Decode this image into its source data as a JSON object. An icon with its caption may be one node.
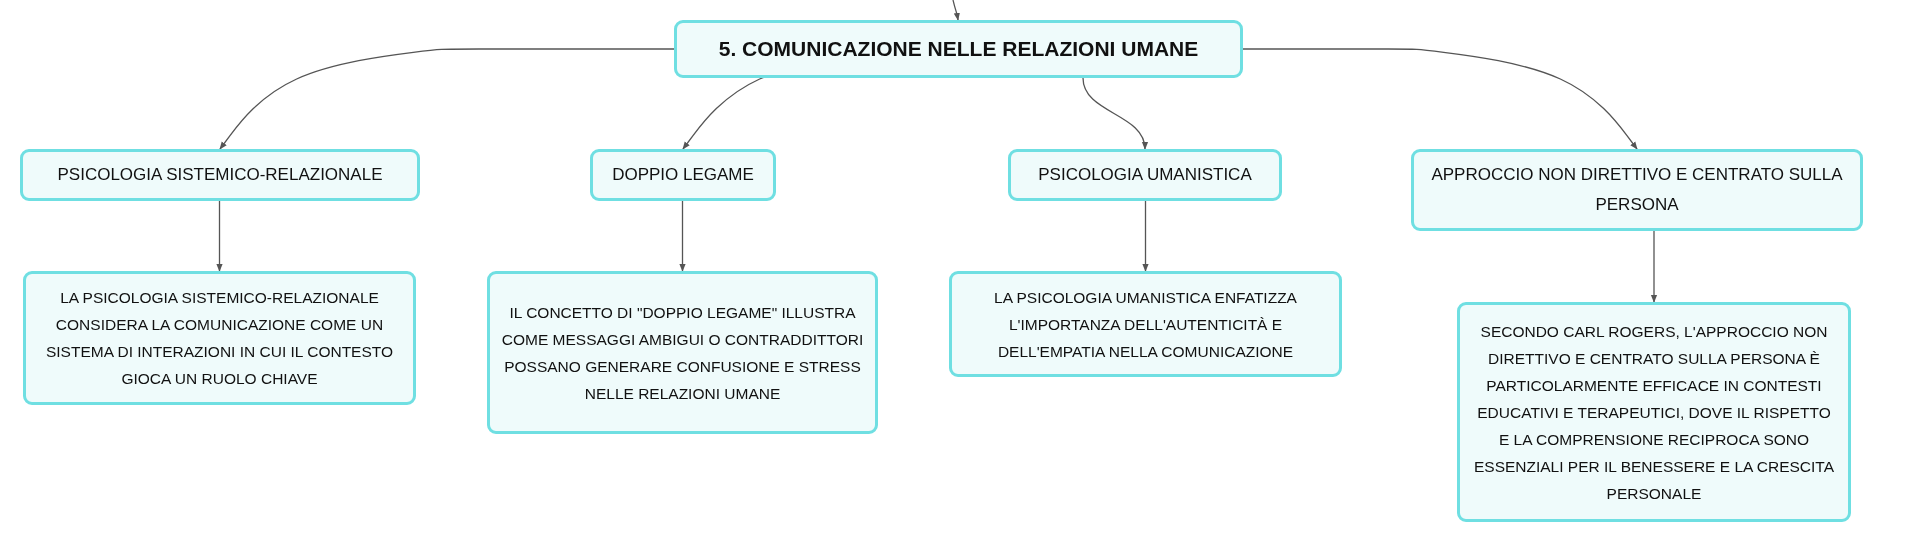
{
  "diagram": {
    "nodes": [
      {
        "text": [
          "5. COMUNICAZIONE NELLE RELAZIONI UMANE"
        ]
      },
      {
        "text": [
          "PSICOLOGIA SISTEMICO-RELAZIONALE"
        ]
      },
      {
        "text": [
          "DOPPIO LEGAME"
        ]
      },
      {
        "text": [
          "PSICOLOGIA UMANISTICA"
        ]
      },
      {
        "text": [
          "APPROCCIO NON DIRETTIVO E CENTRATO SULLA PERSONA"
        ]
      },
      {
        "text": [
          "LA PSICOLOGIA SISTEMICO-RELAZIONALE CONSIDERA LA COMUNICAZIONE COME UN SISTEMA DI INTERAZIONI IN CUI IL CONTESTO GIOCA UN RUOLO CHIAVE"
        ]
      },
      {
        "text": [
          "IL CONCETTO DI \"DOPPIO LEGAME\" ILLUSTRA COME MESSAGGI AMBIGUI O CONTRADDITTORI POSSANO GENERARE CONFUSIONE E STRESS NELLE RELAZIONI UMANE"
        ]
      },
      {
        "text": [
          "LA PSICOLOGIA UMANISTICA ENFATIZZA L'IMPORTANZA DELL'AUTENTICITÀ E DELL'EMPATIA NELLA COMUNICAZIONE"
        ]
      },
      {
        "text": [
          "SECONDO CARL ROGERS, L'APPROCCIO NON DIRETTIVO E CENTRATO SULLA PERSONA È PARTICOLARMENTE EFFICACE IN CONTESTI EDUCATIVI E TERAPEUTICI, DOVE IL RISPETTO E LA COMPRENSIONE RECIPROCA SONO ESSENZIALI PER IL BENESSERE E LA CRESCITA PERSONALE"
        ]
      }
    ],
    "edges": [
      {
        "from": null,
        "to": 0,
        "arrow": "to"
      },
      {
        "from": 0,
        "to": 1,
        "arrow": "to"
      },
      {
        "from": 0,
        "to": 2,
        "arrow": "to"
      },
      {
        "from": 0,
        "to": 3,
        "arrow": "to"
      },
      {
        "from": 0,
        "to": 4,
        "arrow": "to"
      },
      {
        "from": 1,
        "to": 5,
        "arrow": "to"
      },
      {
        "from": 2,
        "to": 6,
        "arrow": "to"
      },
      {
        "from": 3,
        "to": 7,
        "arrow": "to"
      },
      {
        "from": 4,
        "to": 8,
        "arrow": "to"
      }
    ]
  }
}
